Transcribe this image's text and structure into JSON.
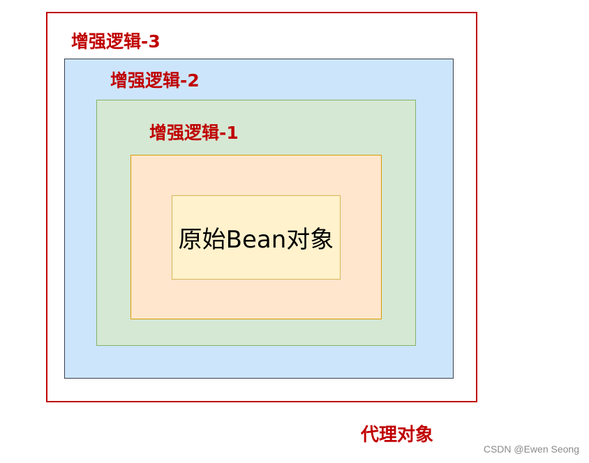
{
  "layers": {
    "enhance_3": "增强逻辑-3",
    "enhance_2": "增强逻辑-2",
    "enhance_1": "增强逻辑-1",
    "core": "原始Bean对象",
    "proxy": "代理对象"
  },
  "watermark": "CSDN @Ewen Seong",
  "colors": {
    "label_red": "#c00000",
    "blue_fill": "#cce5fb",
    "green_fill": "#d5e8d4",
    "orange_fill": "#ffe6cc",
    "yellow_fill": "#fff2cc"
  }
}
